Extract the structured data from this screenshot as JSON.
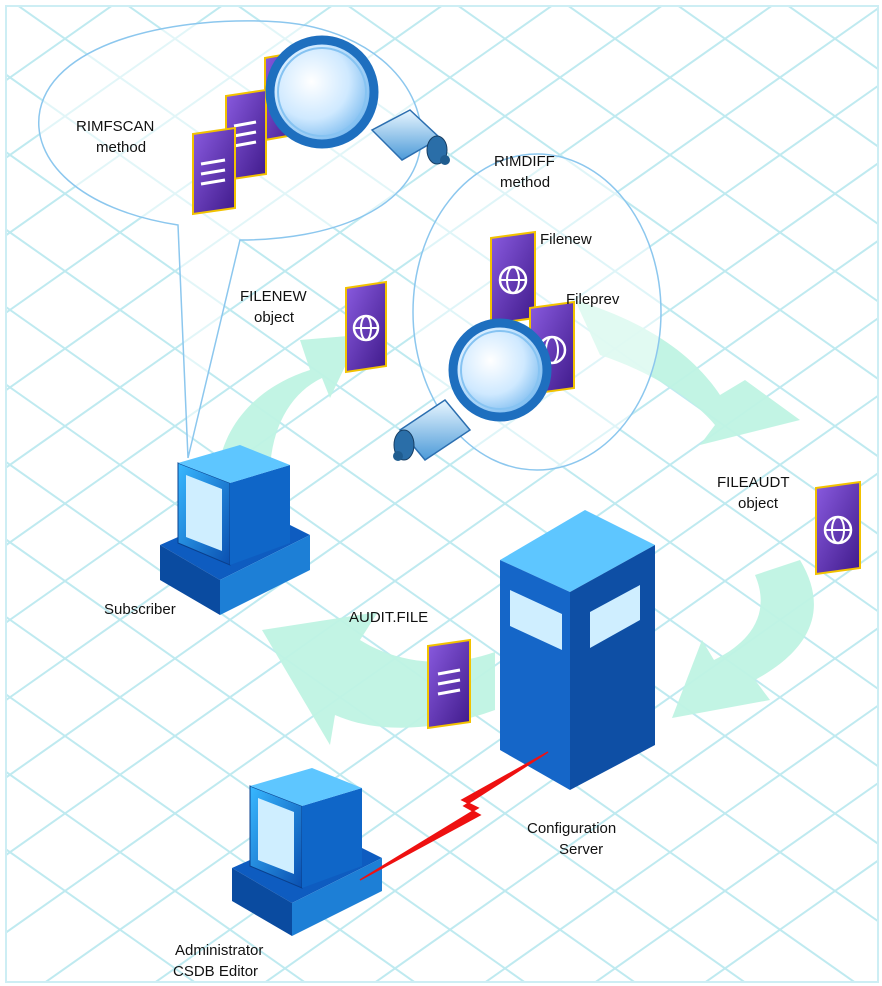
{
  "labels": {
    "rimfscan_line1": "RIMFSCAN",
    "rimfscan_line2": "method",
    "rimdiff_line1": "RIMDIFF",
    "rimdiff_line2": "method",
    "filenew_small": "Filenew",
    "fileprev_small": "Fileprev",
    "filenew_obj_line1": "FILENEW",
    "filenew_obj_line2": "object",
    "fileaudt_line1": "FILEAUDT",
    "fileaudt_line2": "object",
    "subscriber": "Subscriber",
    "audit_file": "AUDIT.FILE",
    "config_line1": "Configuration",
    "config_line2": "Server",
    "admin_line1": "Administrator",
    "admin_line2": "CSDB Editor"
  },
  "colors": {
    "grid": "#bfeaf0",
    "arrow": "#bff3e3",
    "document": "#5a2db0",
    "document_border": "#f2c200",
    "computer": "#1d7fd6",
    "lightning": "#ee1111"
  },
  "icons": [
    "magnifier-icon",
    "document-icon",
    "globe-document-icon",
    "computer-icon",
    "server-tower-icon",
    "lightning-link-icon"
  ]
}
